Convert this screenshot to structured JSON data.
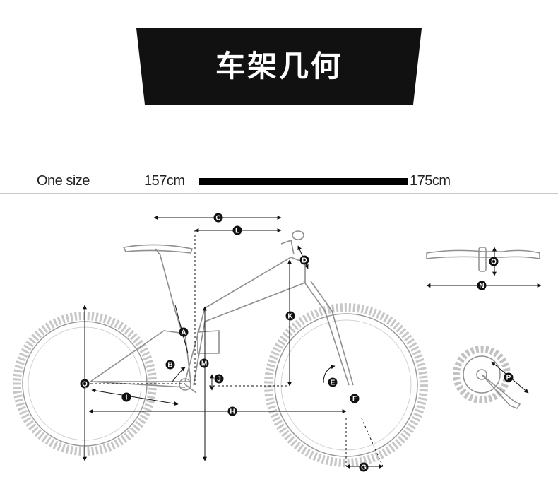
{
  "header": {
    "title": "车架几何"
  },
  "size_chart": {
    "size_label": "One size",
    "rider_height_min": "157cm",
    "rider_height_max": "175cm"
  },
  "measurement_labels": [
    "A",
    "B",
    "C",
    "D",
    "E",
    "F",
    "G",
    "H",
    "I",
    "J",
    "K",
    "L",
    "M",
    "N",
    "O",
    "P",
    "Q"
  ],
  "colors": {
    "banner": "#111111",
    "line": "#9a9a9a",
    "marker": "#111111"
  }
}
